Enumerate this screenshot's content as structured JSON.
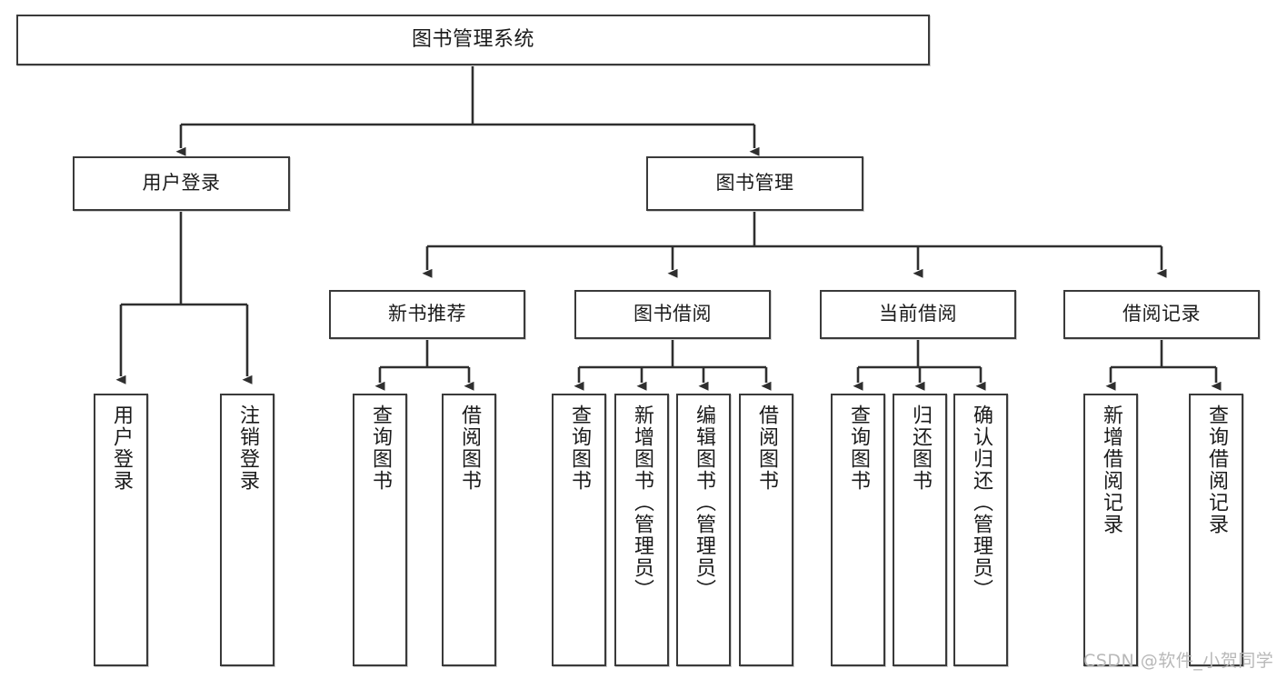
{
  "diagram": {
    "title": "图书管理系统",
    "type": "functional-structure-tree",
    "colors": {
      "node_border": "#3a3a3a",
      "node_fill": "#ffffff",
      "connector": "#2f2f2f",
      "watermark": "#b8b8b8",
      "background": "#ffffff"
    },
    "levels": {
      "root": {
        "label": "图书管理系统"
      },
      "level2": [
        {
          "id": "user-login",
          "label": "用户登录"
        },
        {
          "id": "book-manage",
          "label": "图书管理"
        }
      ],
      "level3": [
        {
          "id": "new-book-rec",
          "label": "新书推荐",
          "parent": "book-manage"
        },
        {
          "id": "book-borrow",
          "label": "图书借阅",
          "parent": "book-manage"
        },
        {
          "id": "current-borrow",
          "label": "当前借阅",
          "parent": "book-manage"
        },
        {
          "id": "borrow-record",
          "label": "借阅记录",
          "parent": "book-manage"
        }
      ],
      "leaves": [
        {
          "id": "leaf-user-login",
          "label": "用户登录",
          "parent": "user-login"
        },
        {
          "id": "leaf-logout",
          "label": "注销登录",
          "parent": "user-login"
        },
        {
          "id": "leaf-query-book-1",
          "label": "查询图书",
          "parent": "new-book-rec"
        },
        {
          "id": "leaf-borrow-book-1",
          "label": "借阅图书",
          "parent": "new-book-rec"
        },
        {
          "id": "leaf-query-book-2",
          "label": "查询图书",
          "parent": "book-borrow"
        },
        {
          "id": "leaf-add-book",
          "label": "新增图书（管理员）",
          "parent": "book-borrow"
        },
        {
          "id": "leaf-edit-book",
          "label": "编辑图书（管理员）",
          "parent": "book-borrow"
        },
        {
          "id": "leaf-borrow-book-2",
          "label": "借阅图书",
          "parent": "book-borrow"
        },
        {
          "id": "leaf-query-book-3",
          "label": "查询图书",
          "parent": "current-borrow"
        },
        {
          "id": "leaf-return-book",
          "label": "归还图书",
          "parent": "current-borrow"
        },
        {
          "id": "leaf-confirm-return",
          "label": "确认归还（管理员）",
          "parent": "current-borrow"
        },
        {
          "id": "leaf-add-record",
          "label": "新增借阅记录",
          "parent": "borrow-record"
        },
        {
          "id": "leaf-query-record",
          "label": "查询借阅记录",
          "parent": "borrow-record"
        }
      ]
    },
    "watermark": "CSDN @软件_小贺同学"
  }
}
